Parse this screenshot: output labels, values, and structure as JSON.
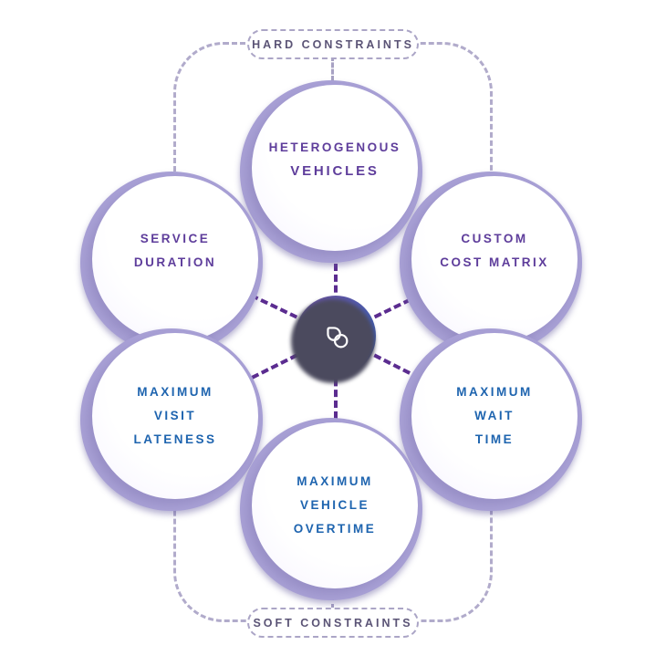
{
  "title": "Route optimization constraints diagram",
  "hard_pill": {
    "label": "HARD CONSTRAINTS"
  },
  "soft_pill": {
    "label": "SOFT CONSTRAINTS"
  },
  "center": {
    "icon": "infinity-chain-logo"
  },
  "nodes": [
    {
      "id": "heterogenous-vehicles",
      "group": "hard",
      "lines": [
        "HETEROGENOUS",
        "VEHICLES"
      ]
    },
    {
      "id": "service-duration",
      "group": "hard",
      "lines": [
        "SERVICE",
        "DURATION"
      ]
    },
    {
      "id": "custom-cost-matrix",
      "group": "hard",
      "lines": [
        "CUSTOM",
        "COST MATRIX"
      ]
    },
    {
      "id": "maximum-visit-lateness",
      "group": "soft",
      "lines": [
        "MAXIMUM",
        "VISIT",
        "LATENESS"
      ]
    },
    {
      "id": "maximum-wait-time",
      "group": "soft",
      "lines": [
        "MAXIMUM",
        "WAIT",
        "TIME"
      ]
    },
    {
      "id": "maximum-vehicle-overtime",
      "group": "soft",
      "lines": [
        "MAXIMUM",
        "VEHICLE",
        "OVERTIME"
      ]
    }
  ],
  "colors": {
    "hard_text": "#5e3d9b",
    "soft_text": "#1e64af",
    "bubble_lavender": "#a8a0d5",
    "spoke_purple": "#5b2c90",
    "frame_dash": "#b1abcb",
    "pill_text": "#5b5476",
    "hub_gradient_start": "#70509f",
    "hub_gradient_end": "#2d57b3"
  }
}
